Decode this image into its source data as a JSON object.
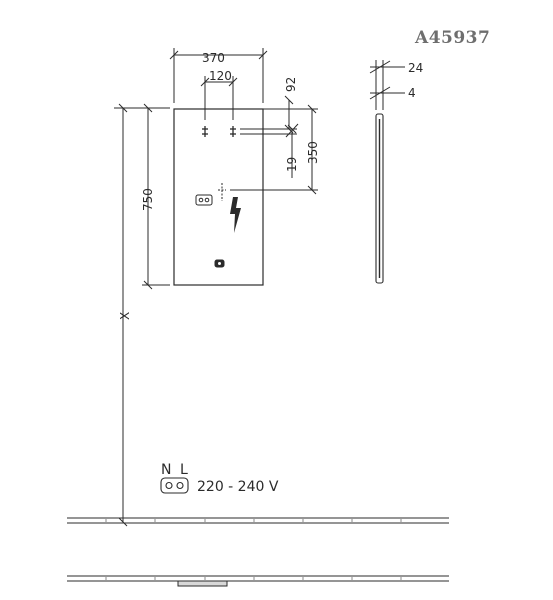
{
  "drawing": {
    "reference": "A45937",
    "front_view": {
      "width_dim": "370",
      "inner_dim": "120",
      "top_offset_dim": "92",
      "side_offset_dim": "19",
      "socket_height_dim": "350",
      "height_dim": "750",
      "floor_dim": "X"
    },
    "side_view": {
      "depth_dim": "24",
      "glass_dim": "4"
    },
    "legend": {
      "neutral_label": "N",
      "live_label": "L",
      "voltage": "220 - 240 V"
    },
    "icons": [
      "lightning-bolt-icon",
      "socket-icon",
      "crosshair-icon"
    ]
  }
}
